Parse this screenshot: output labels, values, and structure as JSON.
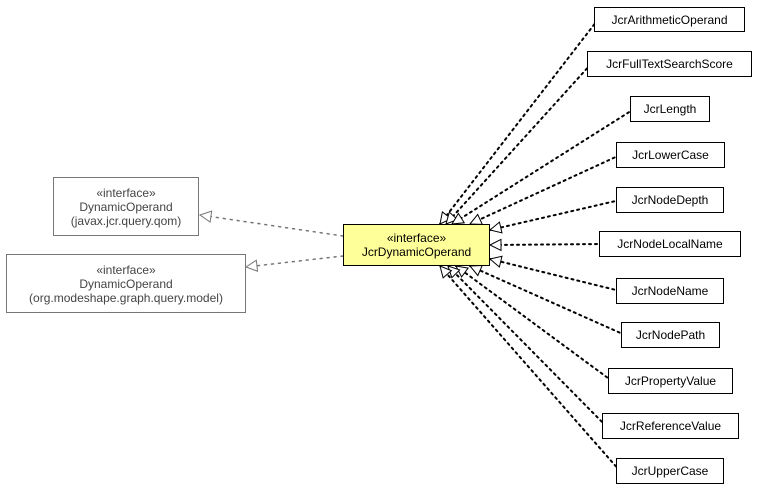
{
  "diagram": {
    "center": {
      "stereotype": "«interface»",
      "name": "JcrDynamicOperand",
      "fill": "#ffff99"
    },
    "parents": [
      {
        "id": "p1",
        "stereotype": "«interface»",
        "name": "DynamicOperand",
        "package": "(javax.jcr.query.qom)"
      },
      {
        "id": "p2",
        "stereotype": "«interface»",
        "name": "DynamicOperand",
        "package": "(org.modeshape.graph.query.model)"
      }
    ],
    "children": [
      {
        "id": "c1",
        "name": "JcrArithmeticOperand"
      },
      {
        "id": "c2",
        "name": "JcrFullTextSearchScore"
      },
      {
        "id": "c3",
        "name": "JcrLength"
      },
      {
        "id": "c4",
        "name": "JcrLowerCase"
      },
      {
        "id": "c5",
        "name": "JcrNodeDepth"
      },
      {
        "id": "c6",
        "name": "JcrNodeLocalName"
      },
      {
        "id": "c7",
        "name": "JcrNodeName"
      },
      {
        "id": "c8",
        "name": "JcrNodePath"
      },
      {
        "id": "c9",
        "name": "JcrPropertyValue"
      },
      {
        "id": "c10",
        "name": "JcrReferenceValue"
      },
      {
        "id": "c11",
        "name": "JcrUpperCase"
      }
    ],
    "colors": {
      "edge": "#000000",
      "external_edge": "#777777",
      "external_border": "#777777"
    }
  }
}
